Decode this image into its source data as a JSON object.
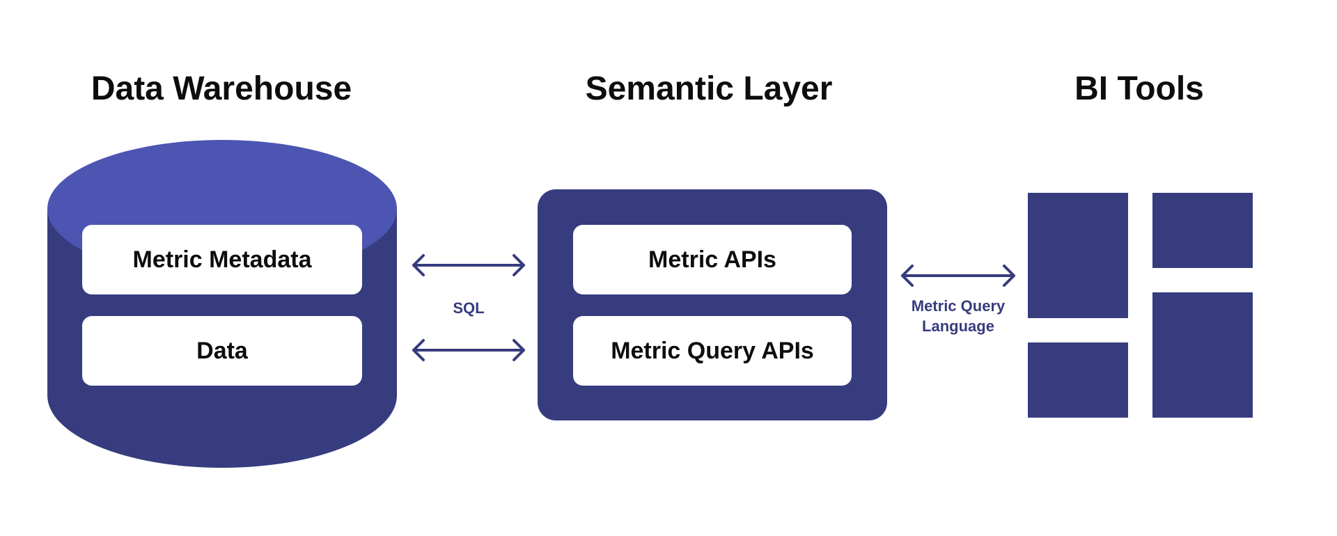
{
  "colors": {
    "navy": "#373c7e",
    "cylinder_top": "#4c55b2",
    "card": "#ffffff",
    "text": "#0d0d0d"
  },
  "warehouse": {
    "title": "Data Warehouse",
    "items": [
      "Metric Metadata",
      "Data"
    ]
  },
  "semantic_layer": {
    "title": "Semantic Layer",
    "items": [
      "Metric APIs",
      "Metric Query APIs"
    ]
  },
  "bi_tools": {
    "title": "BI Tools"
  },
  "connectors": {
    "sql_label": "SQL",
    "mql_label_line1": "Metric Query",
    "mql_label_line2": "Language"
  }
}
